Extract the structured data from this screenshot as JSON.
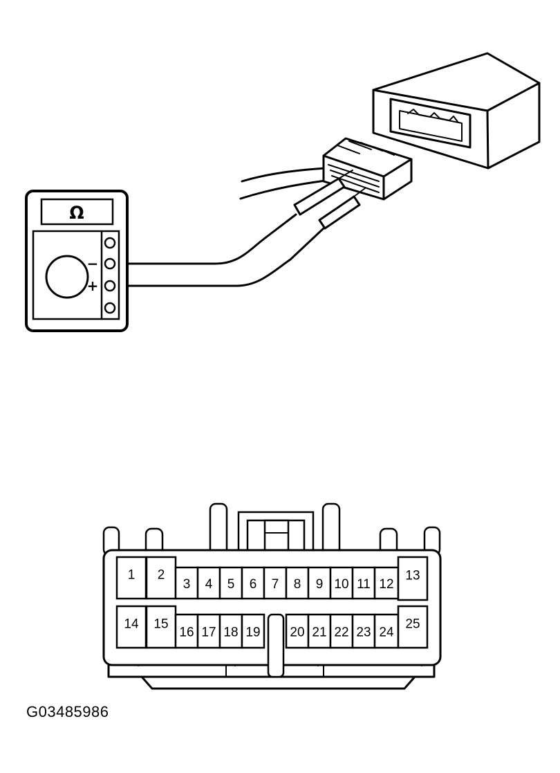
{
  "meter": {
    "display_symbol": "Ω",
    "minus_sign": "−",
    "plus_sign": "+"
  },
  "connector_pins": {
    "top_row": [
      "1",
      "2",
      "3",
      "4",
      "5",
      "6",
      "7",
      "8",
      "9",
      "10",
      "11",
      "12",
      "13"
    ],
    "bottom_row": [
      "14",
      "15",
      "16",
      "17",
      "18",
      "19",
      "20",
      "21",
      "22",
      "23",
      "24",
      "25"
    ]
  },
  "figure_code": "G03485986"
}
